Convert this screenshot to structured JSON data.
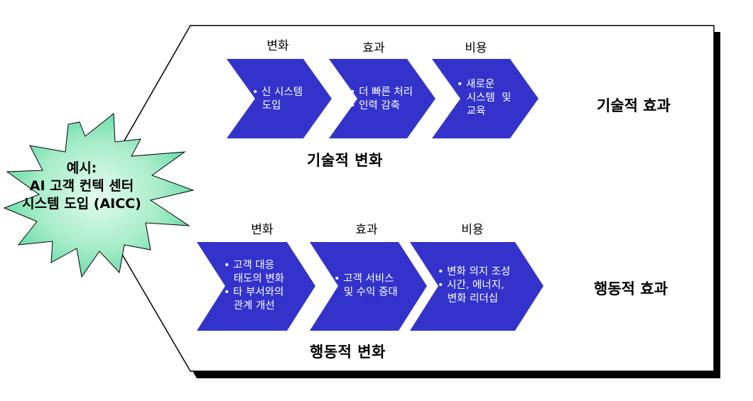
{
  "starburst": {
    "line1": "예시:",
    "line2": "AI 고객 컨텍 센터",
    "line3": "시스템 도입 (AICC)"
  },
  "top_row": {
    "headers": [
      "변화",
      "효과",
      "비용"
    ],
    "section_label": "기술적 변화",
    "effect_label": "기술적 효과",
    "chevrons": [
      [
        "• 신 시스템",
        "   도입"
      ],
      [
        "• 더 빠른 처리",
        "• 인력 감축"
      ],
      [
        "• 새로운",
        "   시스템  및",
        "   교육"
      ]
    ]
  },
  "bottom_row": {
    "headers": [
      "변화",
      "효과",
      "비용"
    ],
    "section_label": "행동적 변화",
    "effect_label": "행동적 효과",
    "chevrons": [
      [
        "• 고객 대응",
        "   태도의 변화",
        "• 타 부서와의",
        "   관계 개선"
      ],
      [
        "• 고객 서비스",
        "   및 수익 증대"
      ],
      [
        "• 변화 의지 조성",
        "• 시간, 에너지,",
        "   변화 리더십"
      ]
    ]
  },
  "colors": {
    "chevron_fill": "#3333cc",
    "burst_fill_center": "#d8f7e8",
    "burst_fill_edge": "#66ddaa",
    "shadow": "#000000"
  }
}
